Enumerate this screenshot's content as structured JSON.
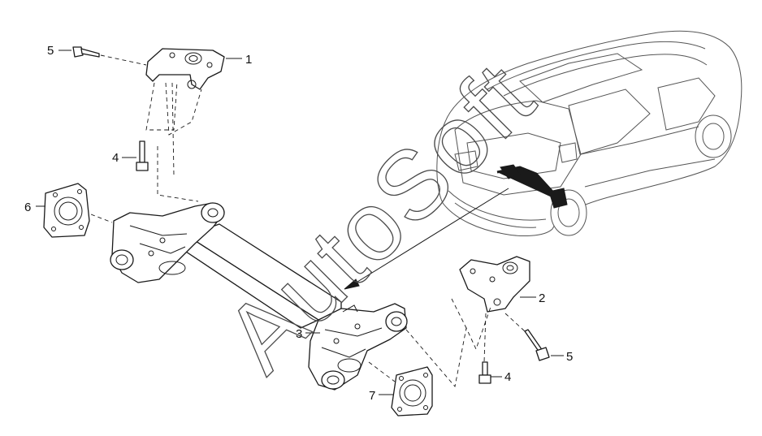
{
  "callouts": {
    "c1": "1",
    "c2": "2",
    "c3": "3",
    "c4a": "4",
    "c4b": "4",
    "c5a": "5",
    "c5b": "5",
    "c6": "6",
    "c7": "7"
  },
  "watermark": "AutoSoft"
}
